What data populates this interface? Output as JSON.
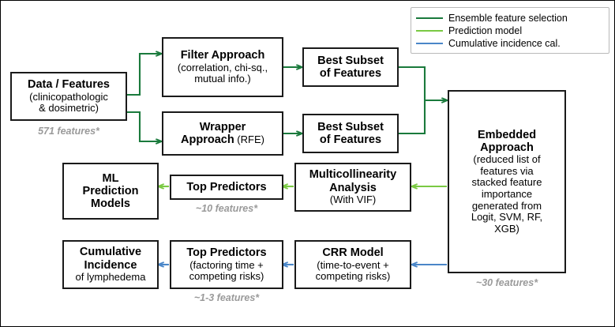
{
  "figure": {
    "type": "flowchart",
    "title": "",
    "background": "#ffffff",
    "border_color": "#000000"
  },
  "colors": {
    "ensemble_feature_selection": "#1a7a3c",
    "prediction_model": "#7ac943",
    "cumulative_incidence": "#4a86c8",
    "node_border": "#1a1a1a",
    "note_text": "#9a9a9a"
  },
  "legend": {
    "items": [
      {
        "label": "Ensemble feature selection",
        "color": "#1a7a3c"
      },
      {
        "label": "Prediction model",
        "color": "#7ac943"
      },
      {
        "label": "Cumulative incidence cal.",
        "color": "#4a86c8"
      }
    ]
  },
  "nodes": {
    "data_features": {
      "title": "Data / Features",
      "sub1": "(clinicopathologic",
      "sub2": "& dosimetric)"
    },
    "filter_approach": {
      "title": "Filter Approach",
      "sub1": "(correlation, chi-sq.,",
      "sub2": "mutual info.)"
    },
    "wrapper_approach": {
      "title_line1": "Wrapper",
      "title_line2": "Approach",
      "sub_inline": " (RFE)"
    },
    "best_subset_top": {
      "line1": "Best Subset",
      "line2": "of Features"
    },
    "best_subset_bottom": {
      "line1": "Best Subset",
      "line2": "of Features"
    },
    "embedded_approach": {
      "title_line1": "Embedded",
      "title_line2": "Approach",
      "sub1": "(reduced list of",
      "sub2": "features via",
      "sub3": "stacked feature",
      "sub4": "importance",
      "sub5": "generated from",
      "sub6": "Logit, SVM, RF,",
      "sub7": "XGB)"
    },
    "multicollinearity": {
      "title_line1": "Multicollinearity",
      "title_line2": "Analysis",
      "sub1": "(With VIF)"
    },
    "top_predictors_ml": {
      "title": "Top Predictors"
    },
    "ml_prediction_models": {
      "line1": "ML",
      "line2": "Prediction",
      "line3": "Models"
    },
    "crr_model": {
      "title": "CRR Model",
      "sub1": "(time-to-event +",
      "sub2": "competing risks)"
    },
    "top_predictors_crr": {
      "title": "Top Predictors",
      "sub1": "(factoring time +",
      "sub2": "competing risks)"
    },
    "cumulative_incidence": {
      "title_line1": "Cumulative",
      "title_line2": "Incidence",
      "sub1": "of lymphedema"
    }
  },
  "annotations": {
    "data_features_count": "571 features*",
    "embedded_count": "~30 features*",
    "top_predictors_ml_count": "~10 features*",
    "top_predictors_crr_count": "~1-3 features*"
  }
}
